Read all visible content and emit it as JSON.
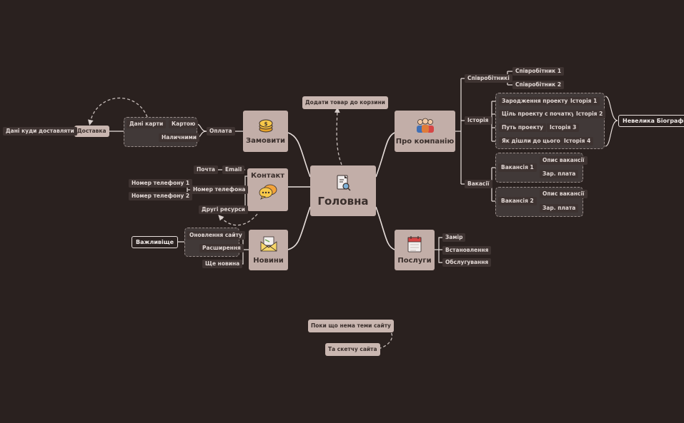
{
  "central": {
    "title": "Головна"
  },
  "branches": {
    "order": {
      "title": "Замовити"
    },
    "about": {
      "title": "Про компанію"
    },
    "contact": {
      "title": "Контакт"
    },
    "news": {
      "title": "Новини"
    },
    "services": {
      "title": "Послуги"
    }
  },
  "order": {
    "payment": "Оплата",
    "card": "Картою",
    "card_data": "Дані карти",
    "cash": "Наличними",
    "delivery": "Доставка",
    "delivery_data": "Дані куди доставляти",
    "add_to_cart": "Додати товар до корзини"
  },
  "about": {
    "employees": "Співробітникі",
    "employee_1": "Співробітник 1",
    "employee_2": "Співробітник 2",
    "history": "Історія",
    "history_items": [
      {
        "label": "Зародження проекту",
        "tag": "Історія 1"
      },
      {
        "label": "Ціль проекту с початку",
        "tag": "Історія 2"
      },
      {
        "label": "Путь проекту",
        "tag": "Історія 3"
      },
      {
        "label": "Як дішли до цього",
        "tag": "Історія 4"
      }
    ],
    "bio": "Невелика Біографія",
    "vacancies": "Вакасії",
    "vacancy_1": "Вакансія 1",
    "vacancy_2": "Вакансія 2",
    "vacancy_desc": "Опис вакансії",
    "salary": "Зар. плата"
  },
  "contact": {
    "mail": "Почта",
    "email": "Email",
    "phone": "Номер телефона",
    "phone_1": "Номер телефону 1",
    "phone_2": "Номер телефону 2",
    "other": "Другі ресурси"
  },
  "news": {
    "site_updates": "Оновлення сайту",
    "extensions": "Расширення",
    "important": "Важливіще",
    "more_news": "Ще новина"
  },
  "services": {
    "measure": "Замір",
    "install": "Встановлення",
    "service": "Обслугування"
  },
  "notes": {
    "no_theme": "Поки що нема теми сайту",
    "sketch": "Та скетчу сайта"
  },
  "colors": {
    "background": "#2a211f",
    "node": "#c2aea8",
    "tag": "#3e3331",
    "line": "#e8dfdc"
  },
  "icons": {
    "central": "document-search-icon",
    "order": "coin-stack-icon",
    "about": "team-icon",
    "contact": "chat-bubbles-icon",
    "news": "envelope-icon",
    "services": "calendar-icon"
  }
}
